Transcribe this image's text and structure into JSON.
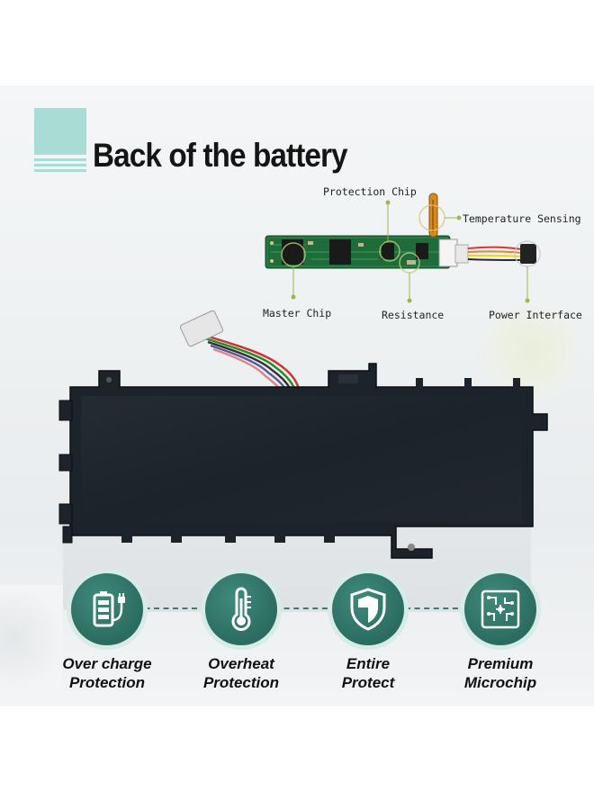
{
  "header": {
    "title": "Back of the battery"
  },
  "pcb": {
    "labels": {
      "protection_chip": "Protection Chip",
      "temperature_sensing": "Temperature Sensing",
      "master_chip": "Master Chip",
      "resistance": "Resistance",
      "power_interface": "Power Interface"
    }
  },
  "features": [
    {
      "line1": "Over charge",
      "line2": "Protection",
      "icon": "battery-charge-icon"
    },
    {
      "line1": "Overheat",
      "line2": "Protection",
      "icon": "thermometer-icon"
    },
    {
      "line1": "Entire",
      "line2": "Protect",
      "icon": "shield-icon"
    },
    {
      "line1": "Premium",
      "line2": "Microchip",
      "icon": "microchip-icon"
    }
  ],
  "colors": {
    "accent": "#a8dcd4",
    "feature_circle": "#2f7367",
    "pcb_green": "#1f6b3a",
    "battery_body": "#1d232a"
  }
}
